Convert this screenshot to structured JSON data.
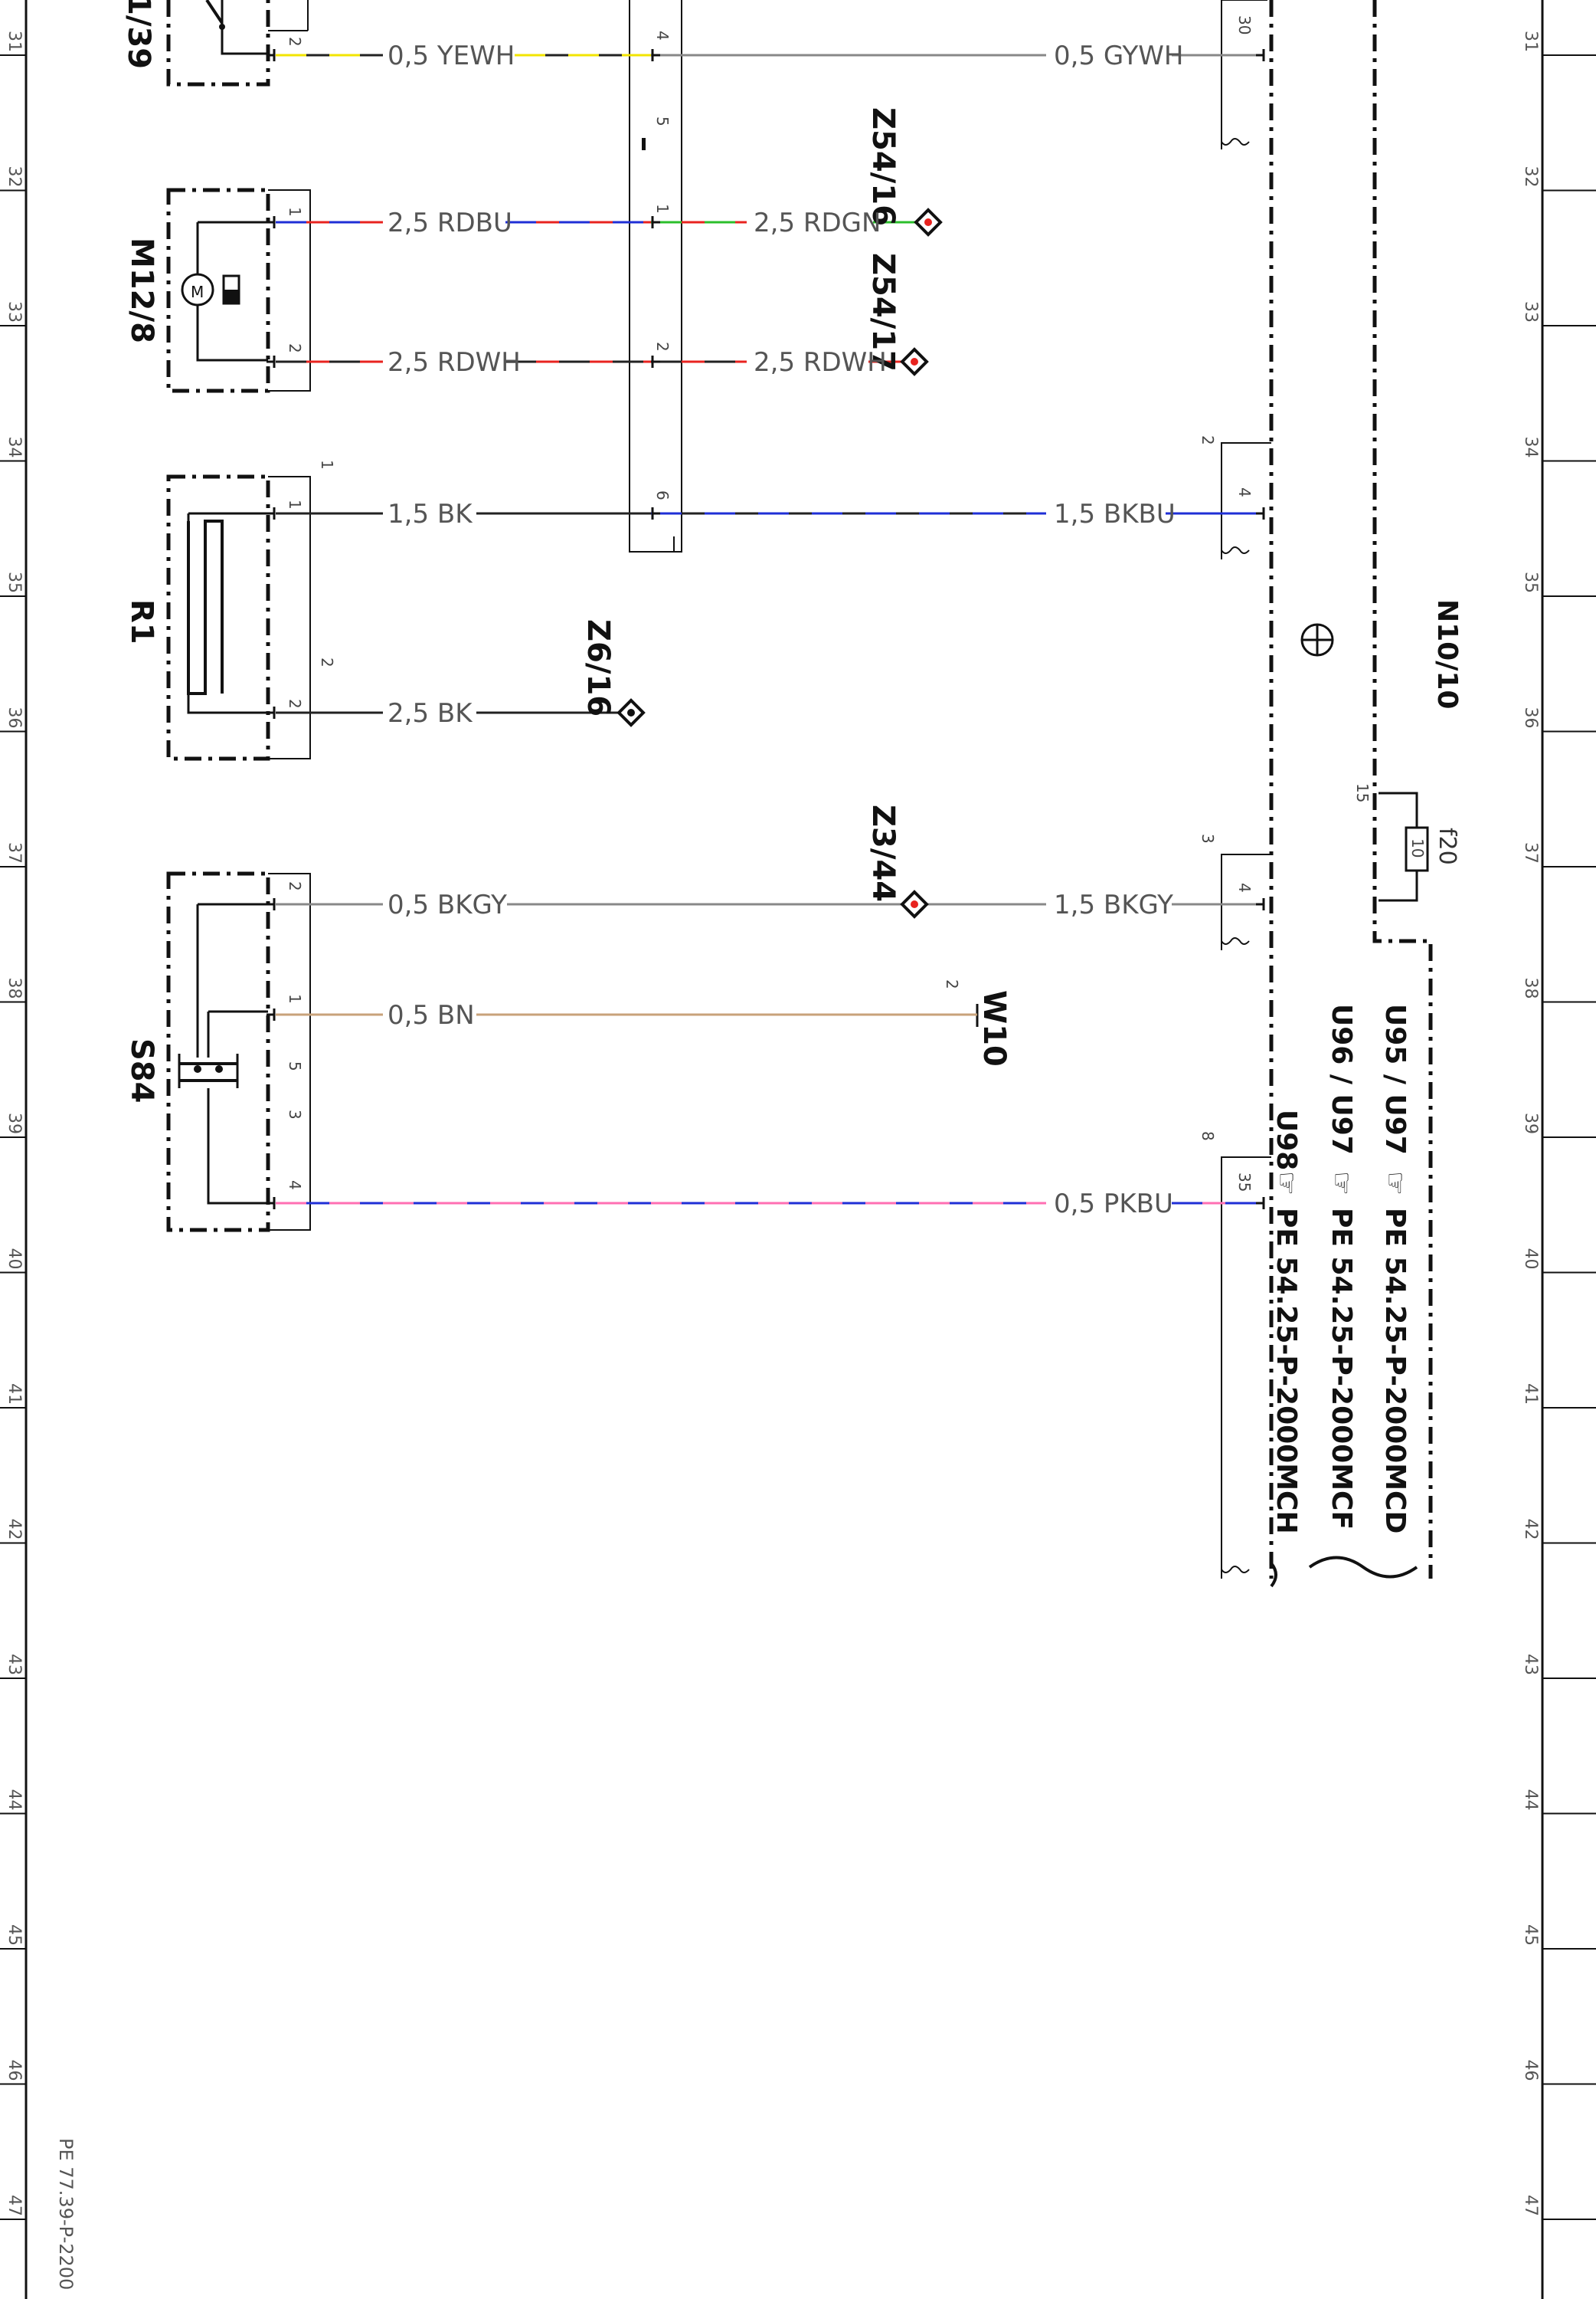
{
  "grid_numbers": [
    "31",
    "32",
    "33",
    "34",
    "35",
    "36",
    "37",
    "38",
    "39",
    "40",
    "41",
    "42",
    "43",
    "44",
    "45",
    "46",
    "47"
  ],
  "document_ref": "PE 77.39-P-2200",
  "components": {
    "s_top": "1/39",
    "m12": "M12/8",
    "r1": "R1",
    "s84": "S84",
    "n10": "N10/10",
    "w10": "W10",
    "fuse": "f20",
    "fuse_value": "10"
  },
  "connectors": {
    "z54_16": "Z54/16",
    "z54_17": "Z54/17",
    "z6_16": "Z6/16",
    "z3_44": "Z3/44"
  },
  "wires": {
    "yewh": "0,5 YEWH",
    "gywh": "0,5 GYWH",
    "rdbu": "2,5 RDBU",
    "rdgn": "2,5 RDGN",
    "rdwh_a": "2,5 RDWH",
    "rdwh_b": "2,5 RDWH",
    "bk15": "1,5 BK",
    "bkbu": "1,5 BKBU",
    "bk25": "2,5 BK",
    "bkgy05": "0,5 BKGY",
    "bkgy15": "1,5 BKGY",
    "bn": "0,5 BN",
    "pkbu": "0,5 PKBU"
  },
  "pins": {
    "s_2": "2",
    "m12_1": "1",
    "m12_2": "2",
    "r1_1a": "1",
    "r1_1b": "1",
    "r1_2a": "2",
    "r1_2b": "2",
    "s84_2": "2",
    "s84_1": "1",
    "s84_5": "5",
    "s84_3": "3",
    "s84_4": "4",
    "x_4": "4",
    "x_5": "5",
    "x_1": "1",
    "x_2": "2",
    "x_6": "6",
    "n_30": "30",
    "n_2": "2",
    "n_4a": "4",
    "n_3": "3",
    "n_4b": "4",
    "n_8": "8",
    "n_35": "35",
    "n_15": "15",
    "w10_2": "2"
  },
  "variants": {
    "v1_models": "U95 / U97",
    "v1_ref": "PE 54.25-P-2000MCD",
    "v2_models": "U96 / U97",
    "v2_ref": "PE 54.25-P-2000MCF",
    "v3_models": "U98",
    "v3_ref": "PE 54.25-P-2000MCH"
  },
  "icons": {
    "pointer": "pointing-hand-icon",
    "motor": "motor-icon",
    "ground": "ground-symbol-icon"
  },
  "colors": {
    "yellow": "#f2e400",
    "red": "#e8231f",
    "blue": "#1f2fd6",
    "green": "#2bbf2b",
    "pink": "#ff6fb3",
    "brown": "#c8a27a",
    "grey": "#888888",
    "black": "#222222"
  }
}
